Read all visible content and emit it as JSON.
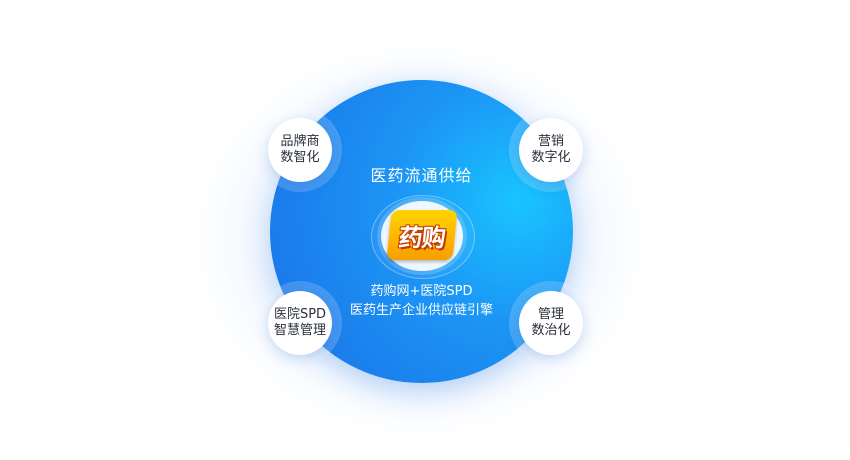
{
  "center": {
    "title": "医药流通供给",
    "logo_text": "药购",
    "desc_line1": "药购网+医院SPD",
    "desc_line2": "医药生产企业供应链引擎"
  },
  "satellites": [
    {
      "line1": "品牌商",
      "line2": "数智化"
    },
    {
      "line1": "营销",
      "line2": "数字化"
    },
    {
      "line1": "医院SPD",
      "line2": "智慧管理"
    },
    {
      "line1": "管理",
      "line2": "数治化"
    }
  ]
}
